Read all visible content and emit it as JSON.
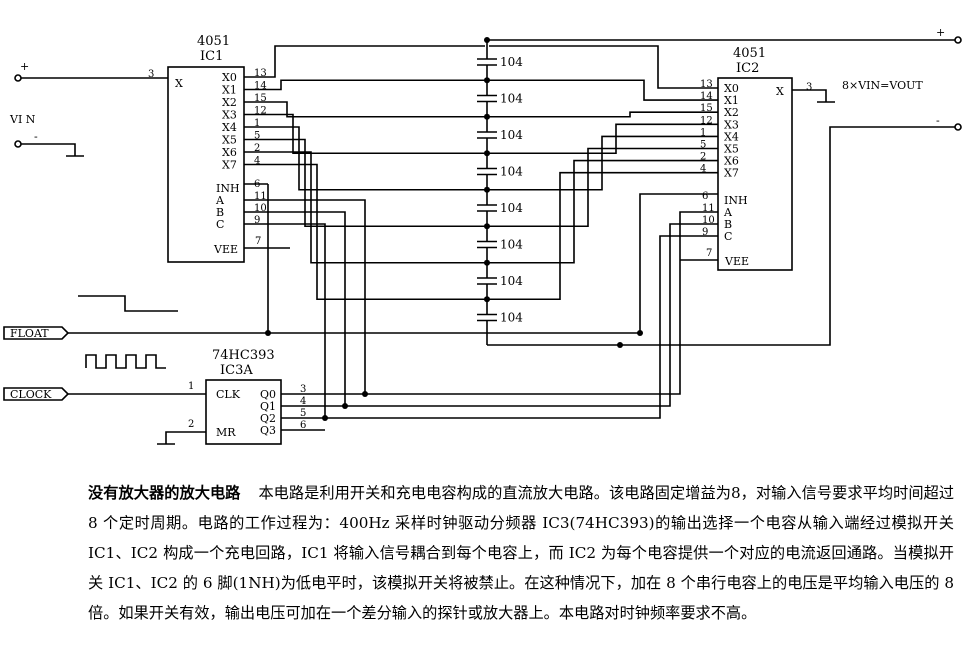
{
  "schematic": {
    "ic1": {
      "part": "4051",
      "ref": "IC1"
    },
    "ic2": {
      "part": "4051",
      "ref": "IC2"
    },
    "ic3": {
      "part": "74HC393",
      "ref": "IC3A"
    },
    "mux_inputs": [
      "X0",
      "X1",
      "X2",
      "X3",
      "X4",
      "X5",
      "X6",
      "X7"
    ],
    "ic1_pin_nums": [
      "13",
      "14",
      "15",
      "12",
      "1",
      "5",
      "2",
      "4"
    ],
    "ic2_pin_nums": [
      "13",
      "14",
      "15",
      "12",
      "1",
      "5",
      "2",
      "4"
    ],
    "ctrl_labels": [
      "INH",
      "A",
      "B",
      "C"
    ],
    "ctrl_pins": [
      "6",
      "11",
      "10",
      "9"
    ],
    "x_label": "X",
    "x_pin": "3",
    "vee_label": "VEE",
    "vee_pin": "7",
    "capacitor_value": "104",
    "capacitor_count": 8,
    "vin_label": "VI N",
    "vout_label": "8×VIN=VOUT",
    "plus": "+",
    "minus": "-",
    "float_label": "FLOAT",
    "clock_label": "CLOCK",
    "counter_pins": {
      "clk": "CLK",
      "clk_pin": "1",
      "mr": "MR",
      "mr_pin": "2"
    },
    "counter_outputs": [
      "Q0",
      "Q1",
      "Q2",
      "Q3"
    ],
    "counter_output_pins": [
      "3",
      "4",
      "5",
      "6"
    ]
  },
  "description": {
    "title": "没有放大器的放大电路",
    "body": "本电路是利用开关和充电电容构成的直流放大电路。该电路固定增益为8，对输入信号要求平均时间超过 8 个定时周期。电路的工作过程为：400Hz 采样时钟驱动分频器 IC3(74HC393)的输出选择一个电容从输入端经过模拟开关 IC1、IC2 构成一个充电回路，IC1 将输入信号耦合到每个电容上，而 IC2 为每个电容提供一个对应的电流返回通路。当模拟开关 IC1、IC2 的 6 脚(1NH)为低电平时，该模拟开关将被禁止。在这种情况下，加在 8 个串行电容上的电压是平均输入电压的 8 倍。如果开关有效，输出电压可加在一个差分输入的探针或放大器上。本电路对时钟频率要求不高。"
  }
}
